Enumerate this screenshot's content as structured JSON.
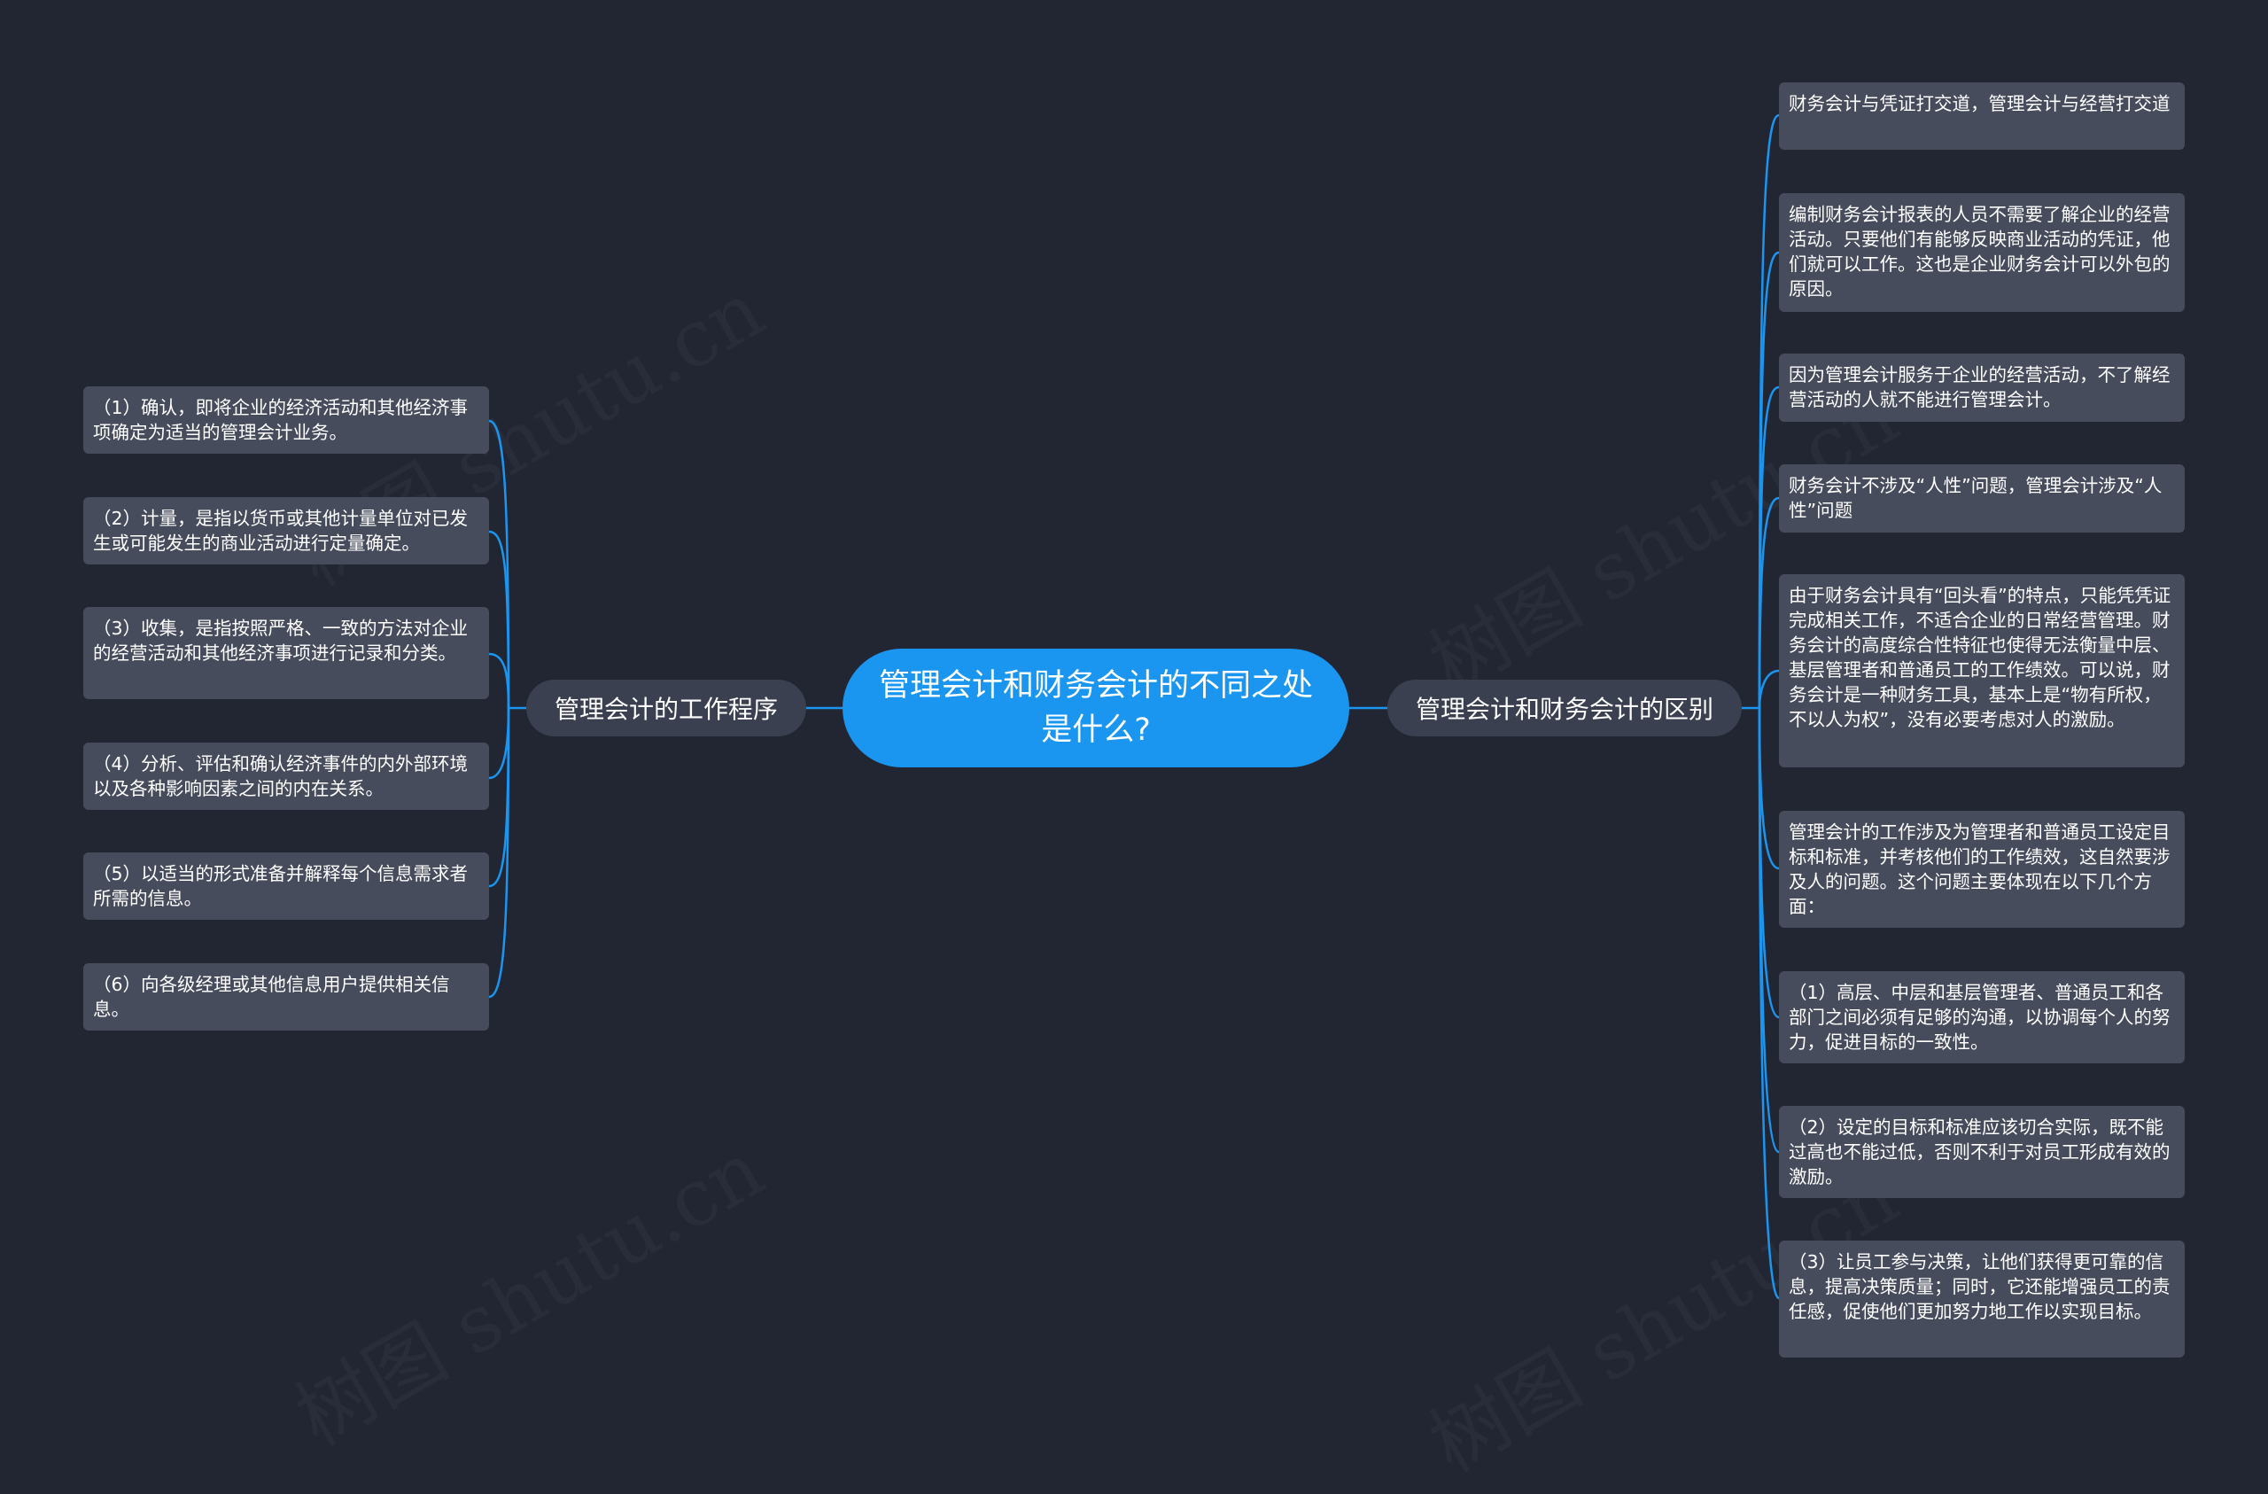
{
  "colors": {
    "background": "#222633",
    "root_fill": "#1a95f0",
    "branch_fill": "#3b4050",
    "leaf_fill": "#474c5c",
    "connector": "#1a95f0"
  },
  "watermark_text": "树图 shutu.cn",
  "root": {
    "label": "管理会计和财务会计的不同之处是什么?"
  },
  "left_branch": {
    "label": "管理会计的工作程序",
    "items": [
      "（1）确认，即将企业的经济活动和其他经济事项确定为适当的管理会计业务。",
      "（2）计量，是指以货币或其他计量单位对已发生或可能发生的商业活动进行定量确定。",
      "（3）收集，是指按照严格、一致的方法对企业的经营活动和其他经济事项进行记录和分类。",
      "（4）分析、评估和确认经济事件的内外部环境以及各种影响因素之间的内在关系。",
      "（5）以适当的形式准备并解释每个信息需求者所需的信息。",
      "（6）向各级经理或其他信息用户提供相关信息。"
    ]
  },
  "right_branch": {
    "label": "管理会计和财务会计的区别",
    "items": [
      "财务会计与凭证打交道，管理会计与经营打交道",
      "编制财务会计报表的人员不需要了解企业的经营活动。只要他们有能够反映商业活动的凭证，他们就可以工作。这也是企业财务会计可以外包的原因。",
      "因为管理会计服务于企业的经营活动，不了解经营活动的人就不能进行管理会计。",
      "财务会计不涉及“人性”问题，管理会计涉及“人性”问题",
      "由于财务会计具有“回头看”的特点，只能凭凭证完成相关工作，不适合企业的日常经营管理。财务会计的高度综合性特征也使得无法衡量中层、基层管理者和普通员工的工作绩效。可以说，财务会计是一种财务工具，基本上是“物有所权，不以人为权”，没有必要考虑对人的激励。",
      "管理会计的工作涉及为管理者和普通员工设定目标和标准，并考核他们的工作绩效，这自然要涉及人的问题。这个问题主要体现在以下几个方面：",
      "（1）高层、中层和基层管理者、普通员工和各部门之间必须有足够的沟通，以协调每个人的努力，促进目标的一致性。",
      "（2）设定的目标和标准应该切合实际，既不能过高也不能过低，否则不利于对员工形成有效的激励。",
      "（3）让员工参与决策，让他们获得更可靠的信息，提高决策质量；同时，它还能增强员工的责任感，促使他们更加努力地工作以实现目标。"
    ]
  }
}
